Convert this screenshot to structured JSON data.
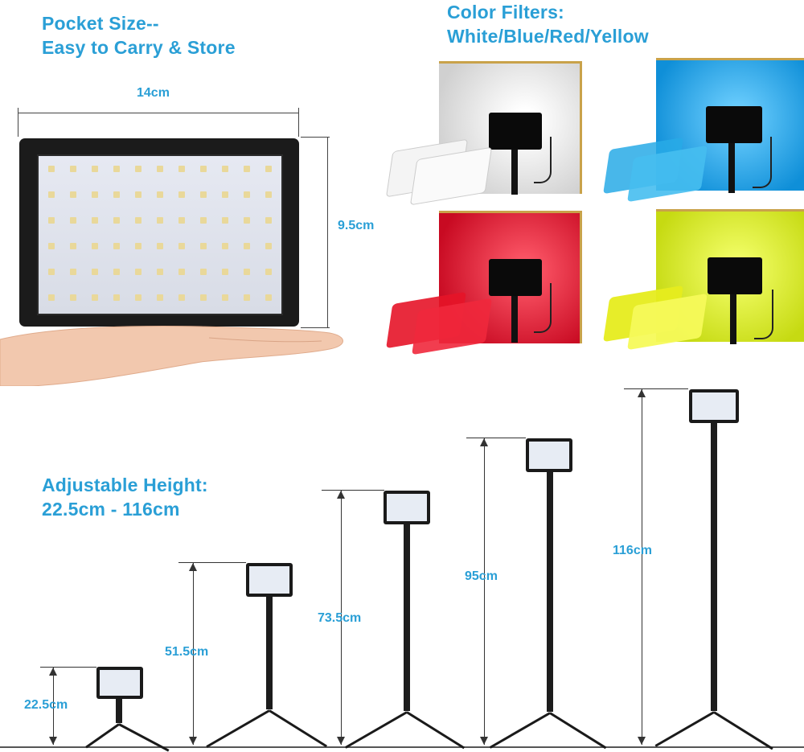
{
  "pocket": {
    "title_line1": "Pocket Size--",
    "title_line2": "Easy to Carry & Store",
    "width_label": "14cm",
    "height_label": "9.5cm"
  },
  "filters": {
    "title_line1": "Color Filters:",
    "title_line2": "White/Blue/Red/Yellow",
    "colors": {
      "white": "#e8e8e8",
      "blue": "#1aa2e6",
      "red": "#e0102a",
      "yellow": "#cfe31a",
      "accent_gold": "#c9a24a"
    }
  },
  "height": {
    "title_line1": "Adjustable Height:",
    "title_line2": "22.5cm - 116cm",
    "labels": [
      "22.5cm",
      "51.5cm",
      "73.5cm",
      "95cm",
      "116cm"
    ]
  },
  "theme": {
    "accent": "#2a9fd6"
  }
}
